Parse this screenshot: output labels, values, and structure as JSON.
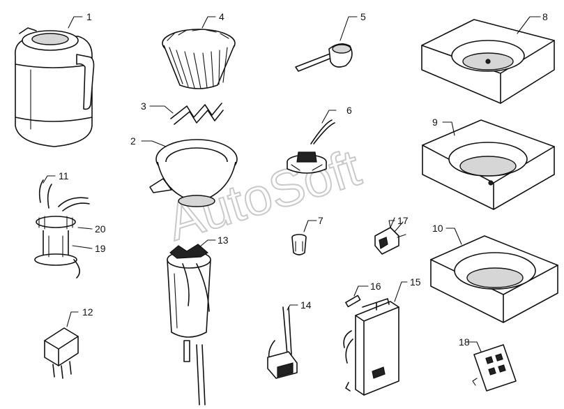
{
  "watermark": "AutoSoft",
  "parts": [
    {
      "num": "1",
      "icon": "thermal-carafe-icon"
    },
    {
      "num": "2",
      "icon": "filter-funnel-icon"
    },
    {
      "num": "3",
      "icon": "spring-clip-icon"
    },
    {
      "num": "4",
      "icon": "paper-filter-icon"
    },
    {
      "num": "5",
      "icon": "measuring-scoop-icon"
    },
    {
      "num": "6",
      "icon": "valve-assembly-icon"
    },
    {
      "num": "7",
      "icon": "plug-icon"
    },
    {
      "num": "8",
      "icon": "warming-plate-tray-icon"
    },
    {
      "num": "9",
      "icon": "warming-plate-tray-icon"
    },
    {
      "num": "10",
      "icon": "warming-plate-tray-icon"
    },
    {
      "num": "11",
      "icon": "wire-harness-icon"
    },
    {
      "num": "12",
      "icon": "relay-icon"
    },
    {
      "num": "13",
      "icon": "water-tank-heater-icon"
    },
    {
      "num": "14",
      "icon": "sensor-probe-icon"
    },
    {
      "num": "15",
      "icon": "control-board-icon"
    },
    {
      "num": "16",
      "icon": "fuse-icon"
    },
    {
      "num": "17",
      "icon": "switch-icon"
    },
    {
      "num": "18",
      "icon": "keypad-icon"
    },
    {
      "num": "19",
      "icon": "heating-element-icon"
    },
    {
      "num": "20",
      "icon": "clamp-ring-icon"
    }
  ]
}
